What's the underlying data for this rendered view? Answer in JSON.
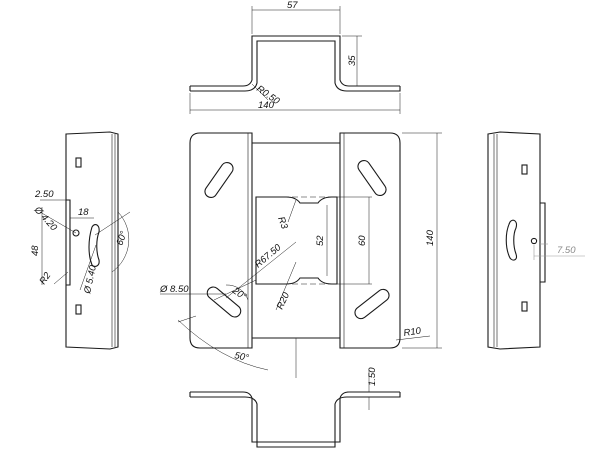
{
  "dimensions": {
    "top_width": "57",
    "top_height": "35",
    "top_radius": "R0.50",
    "top_length": "140",
    "left_edge": "2.50",
    "left_hole": "Ø 4.20",
    "left_offset": "18",
    "left_angle": "60°",
    "left_height": "48",
    "left_slot": "Ø 5.40",
    "left_radius": "R2",
    "center_r3": "R3",
    "center_r67": "R67.50",
    "center_52": "52",
    "center_60": "60",
    "center_hole": "Ø 8.50",
    "center_angle20": "20°",
    "center_r20": "R20",
    "center_angle50": "50°",
    "center_r10": "R10",
    "center_140": "140",
    "right_dim": "7.50",
    "bottom_thickness": "1.50"
  },
  "colors": {
    "line": "#1a1a1a",
    "construction": "#9a9a9a"
  }
}
